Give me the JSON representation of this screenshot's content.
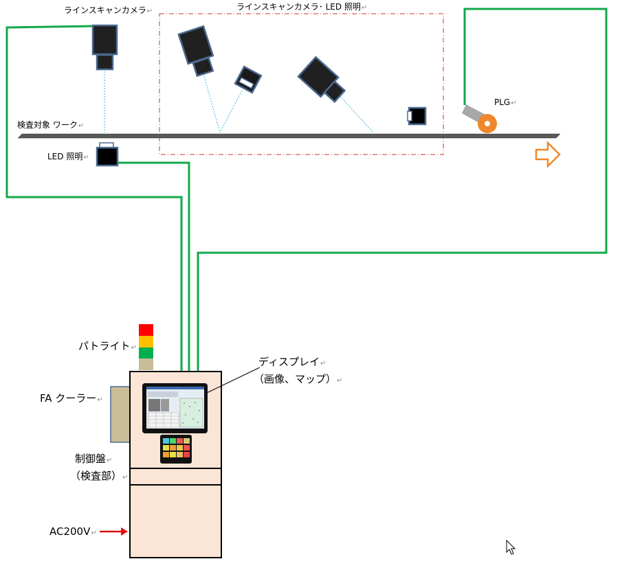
{
  "labels": {
    "line_scan_camera": "ラインスキャンカメラ",
    "camera_led_group": "ラインスキャンカメラ･ LED 照明",
    "inspection_target": "検査対象  ワーク",
    "led_light": "LED 照明",
    "plg": "PLG",
    "patlite": "パトライト",
    "display_line1": "ディスプレイ",
    "display_line2": "（画像、マップ）",
    "fa_cooler": "FA クーラー",
    "control_panel_line1": "制御盤",
    "control_panel_line2": "（検査部）",
    "ac_power": "AC200V"
  },
  "return_mark": "↵",
  "colors": {
    "cable": "#12a84a",
    "beam": "#3ab0d8",
    "group_border": "#d03030",
    "camera_fill": "#202020",
    "camera_border": "#4a6a90",
    "conveyor": "#585858",
    "plg_wheel": "#f0872a",
    "plg_arm": "#a8a8a8",
    "direction_arrow": "#f0872a",
    "panel_fill": "#fbe5d6",
    "cooler_fill": "#cbbd98",
    "ac_arrow": "#e01010",
    "patlite_red": "#ff0000",
    "patlite_yellow": "#ffc000",
    "patlite_green": "#00b050",
    "patlite_base": "#c8bc98"
  },
  "icons": {
    "cursor": "mouse-pointer-icon",
    "direction": "right-arrow-icon"
  }
}
